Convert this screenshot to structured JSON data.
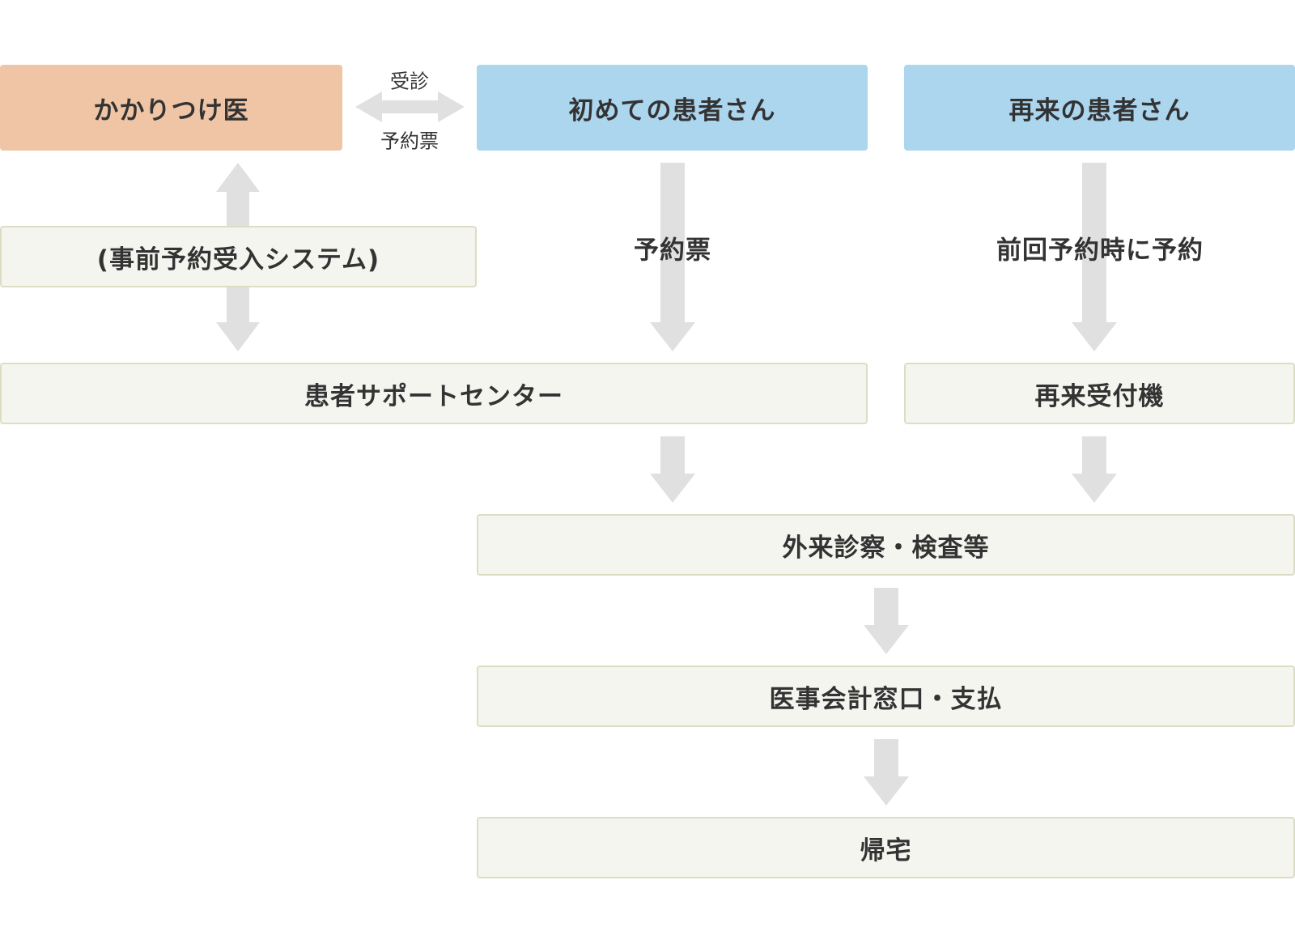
{
  "nodes": {
    "doctor": "かかりつけ医",
    "new_patient": "初めての患者さん",
    "returning_patient": "再来の患者さん",
    "reservation_system": "(事前予約受入システム)",
    "support_center": "患者サポートセンター",
    "reception_machine": "再来受付機",
    "outpatient": "外来診察・検査等",
    "payment": "医事会計窓口・支払",
    "go_home": "帰宅"
  },
  "edge_labels": {
    "consult": "受診",
    "ticket_small": "予約票",
    "ticket": "予約票",
    "prior_booking": "前回予約時に予約"
  },
  "colors": {
    "doctor_fill": "#f0c5a6",
    "patient_fill": "#acd5ee",
    "step_fill": "#f5f5f0",
    "step_border": "#deddc4",
    "arrow": "#e0e0e0",
    "text": "#333333"
  }
}
